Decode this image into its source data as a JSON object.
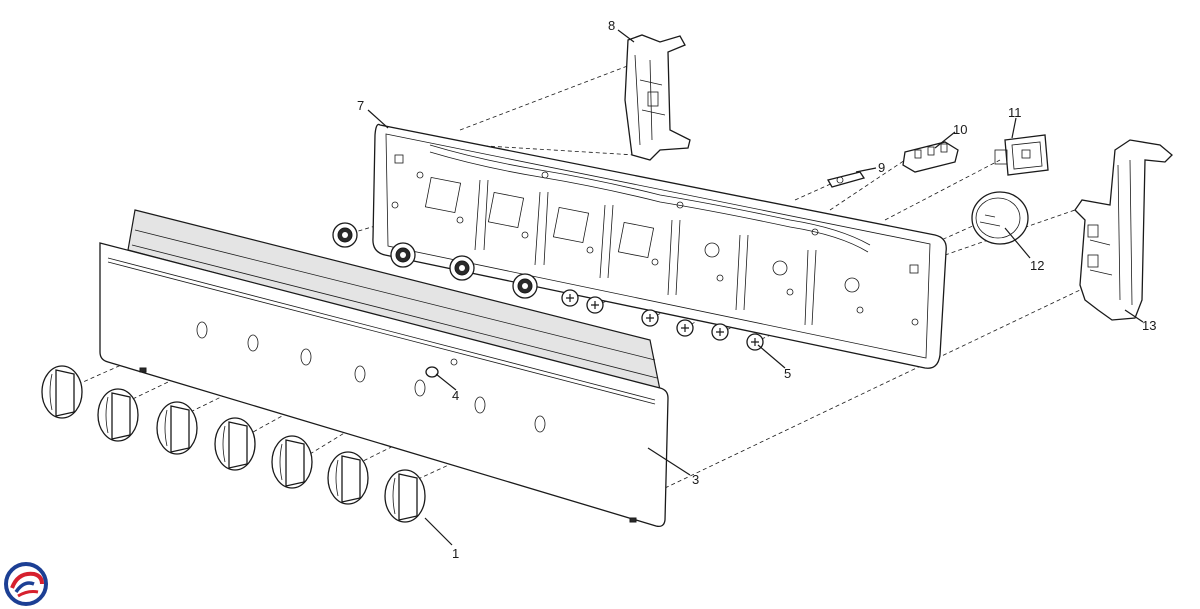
{
  "callouts": {
    "p1": "1",
    "p3": "3",
    "p4": "4",
    "p5": "5",
    "p7": "7",
    "p8": "8",
    "p9": "9",
    "p10": "10",
    "p11": "11",
    "p12": "12",
    "p13": "13"
  },
  "colors": {
    "line": "#1a1a1a",
    "panel_fill": "#ffffff",
    "shade": "#e4e4e4",
    "logo_red": "#d6202e",
    "logo_blue": "#1c3f94"
  },
  "icons": {
    "brand_logo": "brand-swirl-logo-icon"
  }
}
